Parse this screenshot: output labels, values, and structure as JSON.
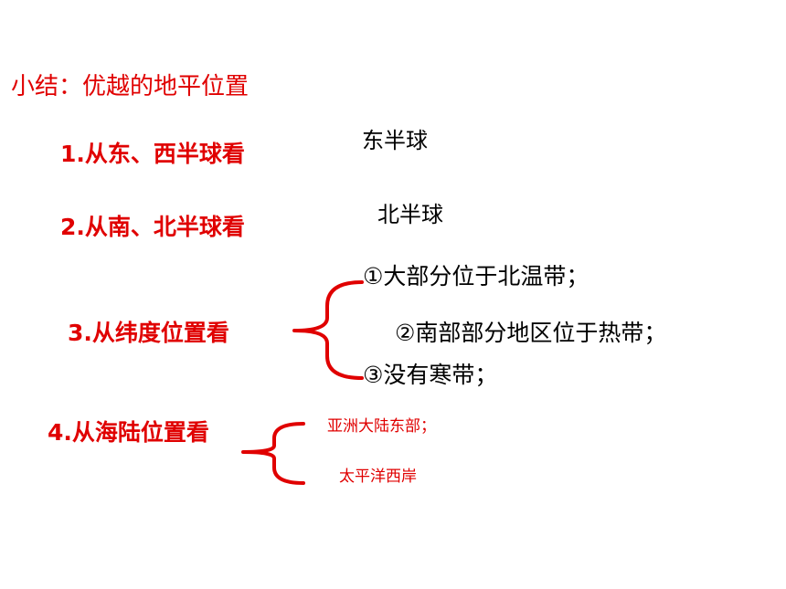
{
  "summary": {
    "title": "小结：优越的地平位置"
  },
  "sections": [
    {
      "heading": "1.从东、西半球看",
      "answers": [
        "东半球"
      ]
    },
    {
      "heading": "2.从南、北半球看",
      "answers": [
        "北半球"
      ]
    },
    {
      "heading": "3.从纬度位置看",
      "answers": [
        "①大部分位于北温带；",
        "②南部部分地区位于热带；",
        "③没有寒带；"
      ]
    },
    {
      "heading": "4.从海陆位置看",
      "answers": [
        "亚洲大陆东部；",
        "太平洋西岸"
      ]
    }
  ],
  "colors": {
    "heading": "#e00000",
    "answer": "#000000",
    "brace": "#e00000"
  }
}
